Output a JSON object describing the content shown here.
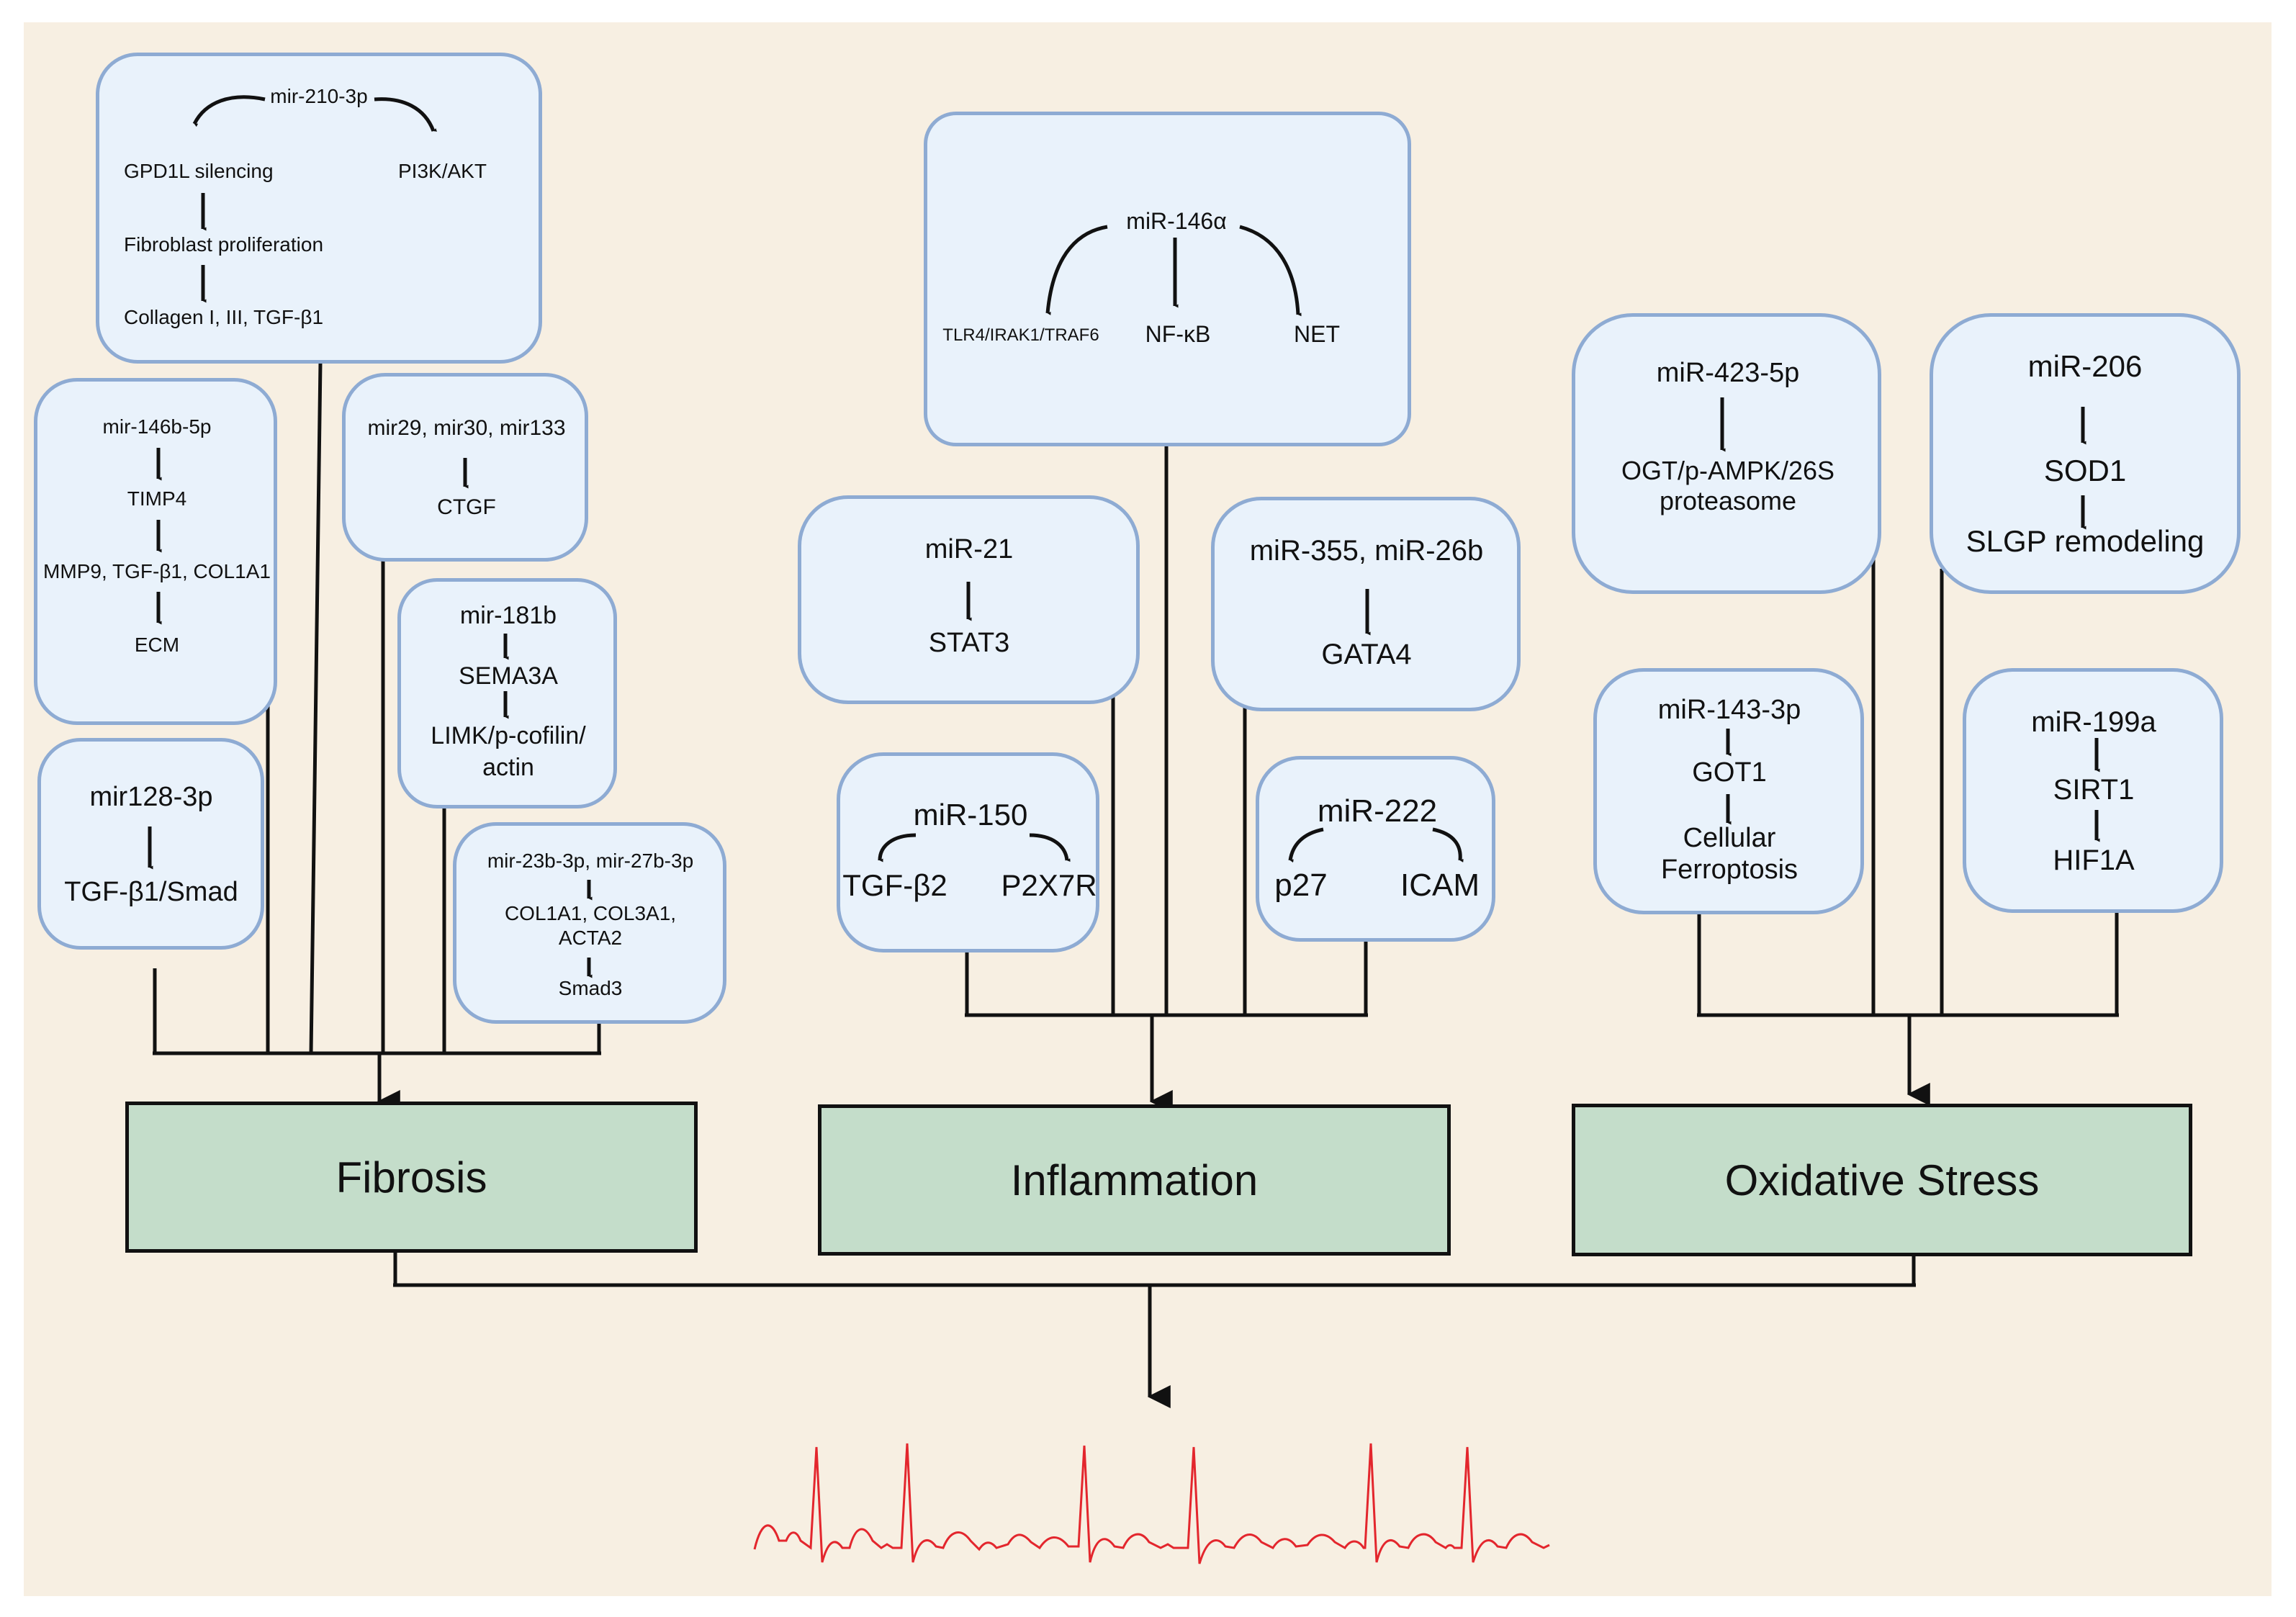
{
  "fibrosis": {
    "outcome": "Fibrosis",
    "mir210": {
      "title": "mir-210-3p",
      "left": "GPD1L silencing",
      "right": "PI3K/AKT",
      "step2": "Fibroblast proliferation",
      "step3": "Collagen I, III, TGF-β1"
    },
    "mir146b": {
      "title": "mir-146b-5p",
      "s1": "TIMP4",
      "s2": "MMP9, TGF-β1, COL1A1",
      "s3": "ECM"
    },
    "mir29": {
      "title": "mir29, mir30, mir133",
      "s1": "CTGF"
    },
    "mir181b": {
      "title": "mir-181b",
      "s1": "SEMA3A",
      "s2a": "LIMK/p-cofilin/",
      "s2b": "actin"
    },
    "mir128": {
      "title": "mir128-3p",
      "s1": "TGF-β1/Smad"
    },
    "mir23b": {
      "title": "mir-23b-3p, mir-27b-3p",
      "s1a": "COL1A1, COL3A1,",
      "s1b": "ACTA2",
      "s2": "Smad3"
    }
  },
  "inflammation": {
    "outcome": "Inflammation",
    "mir146a": {
      "title": "miR-146α",
      "left": "TLR4/IRAK1/TRAF6",
      "mid": "NF-κB",
      "right": "NET"
    },
    "mir21": {
      "title": "miR-21",
      "s1": "STAT3"
    },
    "mir355": {
      "title": "miR-355, miR-26b",
      "s1": "GATA4"
    },
    "mir150": {
      "title": "miR-150",
      "left": "TGF-β2",
      "right": "P2X7R"
    },
    "mir222": {
      "title": "miR-222",
      "left": "p27",
      "right": "ICAM"
    }
  },
  "oxidative": {
    "outcome": "Oxidative Stress",
    "mir423": {
      "title": "miR-423-5p",
      "s1a": "OGT/p-AMPK/26S",
      "s1b": "proteasome"
    },
    "mir206": {
      "title": "miR-206",
      "s1": "SOD1",
      "s2": "SLGP remodeling"
    },
    "mir143": {
      "title": "miR-143-3p",
      "s1": "GOT1",
      "s2a": "Cellular",
      "s2b": "Ferroptosis"
    },
    "mir199": {
      "title": "miR-199a",
      "s1": "SIRT1",
      "s2": "HIF1A"
    }
  },
  "colors": {
    "background": "#f7efe2",
    "box_fill": "#e9f2fb",
    "box_border": "#8eabd3",
    "outcome_fill": "#c4ddca",
    "ecg": "#e3262d"
  },
  "icons": [
    "ecg-waveform-icon"
  ]
}
